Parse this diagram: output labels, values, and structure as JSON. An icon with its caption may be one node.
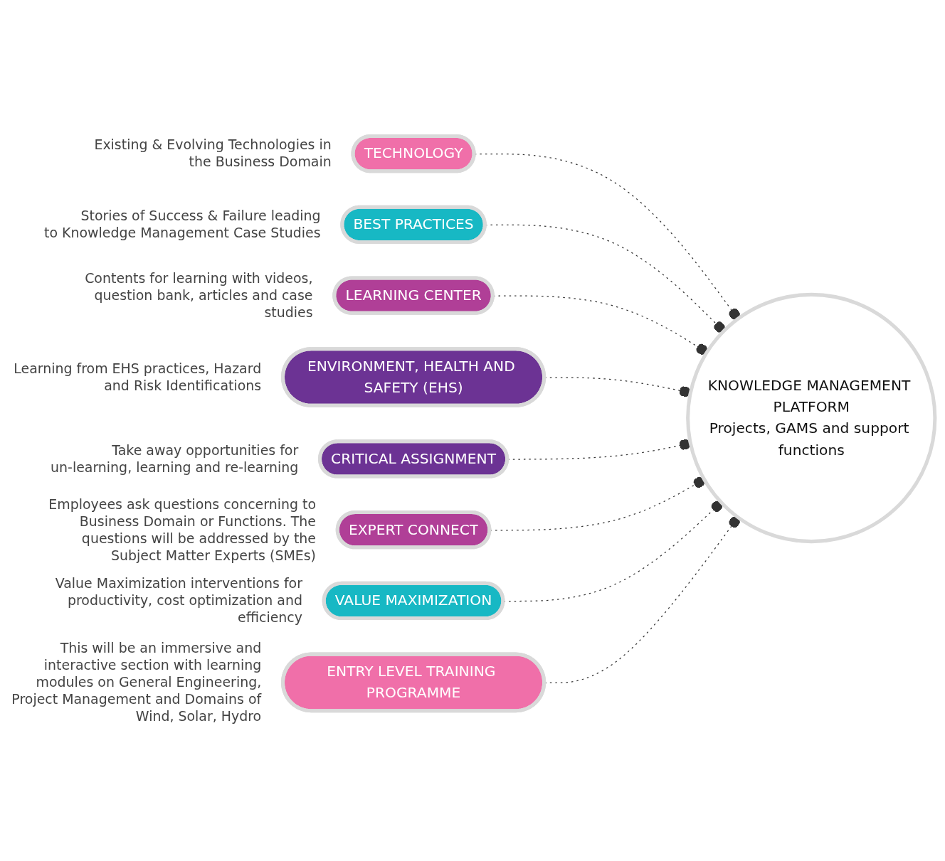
{
  "diagram": {
    "nodes": [
      {
        "text": [
          "TECHNOLOGY"
        ],
        "beside": [
          "Existing & Evolving Technologies in the Business Domain"
        ]
      },
      {
        "text": [
          "BEST PRACTICES"
        ],
        "beside": [
          "Stories of Success & Failure leading to Knowledge Management Case Studies"
        ]
      },
      {
        "text": [
          "LEARNING CENTER"
        ],
        "beside": [
          "Contents for learning with videos, question bank, articles and case studies"
        ]
      },
      {
        "text": [
          "ENVIRONMENT, HEALTH AND SAFETY (EHS)"
        ],
        "beside": [
          "Learning from EHS practices, Hazard and Risk Identifications"
        ]
      },
      {
        "text": [
          "KNOWLEDGE MANAGEMENT PLATFORM",
          "Projects, GAMS and support functions"
        ]
      },
      {
        "text": [
          "CRITICAL ASSIGNMENT"
        ],
        "beside": [
          "Take away opportunities for un-learning, learning and re-learning"
        ]
      },
      {
        "text": [
          "EXPERT CONNECT"
        ],
        "beside": [
          "Employees ask questions concerning to Business Domain or Functions. The questions will be addressed by the Subject Matter Experts (SMEs)"
        ]
      },
      {
        "text": [
          "VALUE MAXIMIZATION"
        ],
        "beside": [
          "Value Maximization interventions for productivity, cost optimization and efficiency"
        ]
      },
      {
        "text": [
          "ENTRY LEVEL TRAINING PROGRAMME"
        ],
        "beside": [
          "This will be an immersive and interactive section with learning modules on General Engineering, Project Management and Domains of Wind, Solar, Hydro"
        ]
      }
    ],
    "edges": [
      {
        "from": 0,
        "to": 4,
        "arrow": "other",
        "style": "dashed"
      },
      {
        "from": 1,
        "to": 4,
        "arrow": "other",
        "style": "dashed"
      },
      {
        "from": 2,
        "to": 4,
        "arrow": "other",
        "style": "dashed"
      },
      {
        "from": 3,
        "to": 4,
        "arrow": "other",
        "style": "dashed"
      },
      {
        "from": 5,
        "to": 4,
        "arrow": "other",
        "style": "dashed"
      },
      {
        "from": 6,
        "to": 4,
        "arrow": "other",
        "style": "dashed"
      },
      {
        "from": 7,
        "to": 4,
        "arrow": "other",
        "style": "dashed"
      },
      {
        "from": 8,
        "to": 4,
        "arrow": "other",
        "style": "dashed"
      }
    ]
  }
}
